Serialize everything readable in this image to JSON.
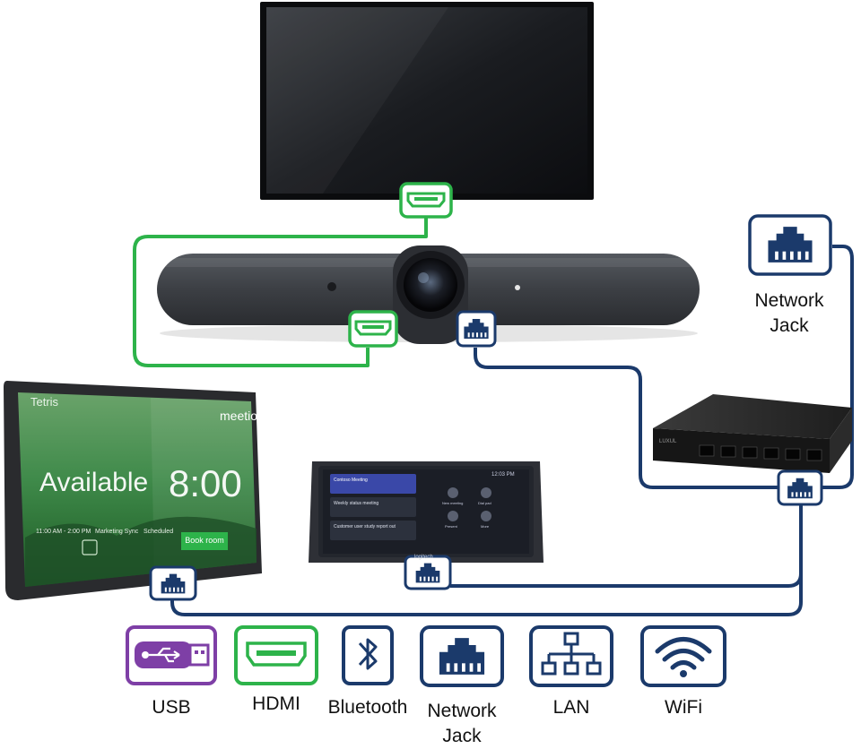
{
  "colors": {
    "hdmi_green": "#2db34a",
    "network_navy": "#1b3a6b",
    "usb_purple": "#7e3fa6"
  },
  "network_jack_label": "Network\nJack",
  "scheduler_panel": {
    "room_name": "Tetris",
    "brand": "meetio",
    "status": "Available",
    "time": "8:00",
    "button": "Book room",
    "time_range": "11:00 AM - 2:00 PM",
    "meeting": "Marketing Sync",
    "schedule_note": "Scheduled"
  },
  "tap_controller": {
    "brand": "logitech",
    "clock": "12:03 PM",
    "meetings": [
      "Contoso Meeting",
      "Weekly status meeting",
      "Customer user study report out"
    ],
    "buttons": [
      "New meeting",
      "Dial pad",
      "Present",
      "More"
    ]
  },
  "legend": [
    {
      "key": "usb",
      "label": "USB",
      "icon": "usb-stick-icon"
    },
    {
      "key": "hdmi",
      "label": "HDMI",
      "icon": "hdmi-port-icon"
    },
    {
      "key": "bluetooth",
      "label": "Bluetooth",
      "icon": "bluetooth-icon"
    },
    {
      "key": "network",
      "label": "Network\nJack",
      "icon": "ethernet-port-icon"
    },
    {
      "key": "lan",
      "label": "LAN",
      "icon": "lan-topology-icon"
    },
    {
      "key": "wifi",
      "label": "WiFi",
      "icon": "wifi-icon"
    }
  ]
}
